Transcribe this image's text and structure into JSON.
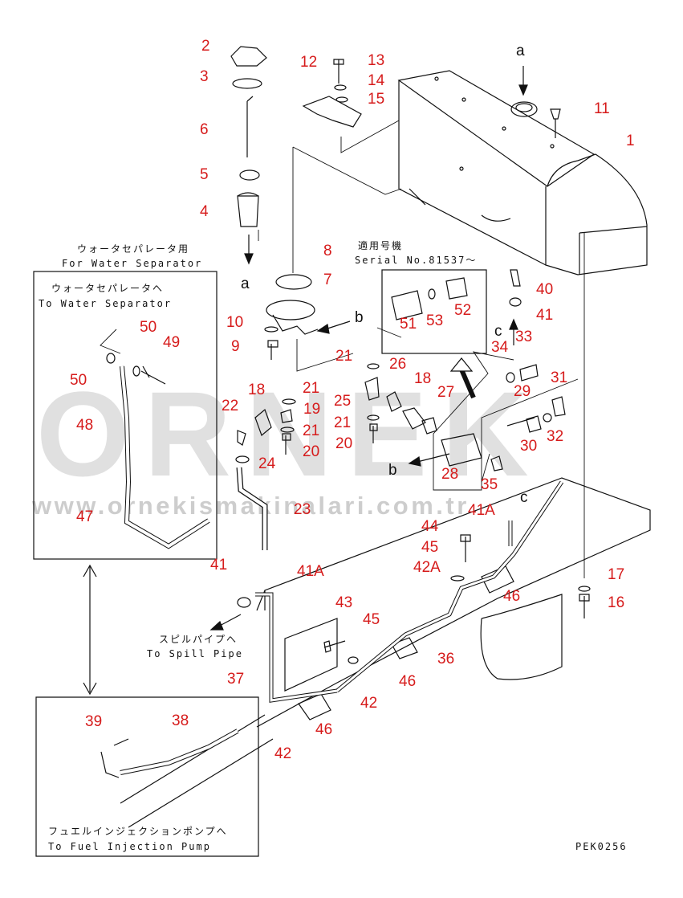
{
  "watermark": {
    "logo": "ORNEK",
    "url": "www.ornekismakinalari.com.tr"
  },
  "doc_code": "PEK0256",
  "serial_note": {
    "jp": "適用号機",
    "en": "Serial No.81537～"
  },
  "insets": {
    "water_separator_title": {
      "jp": "ウォータセパレータ用",
      "en": "For Water Separator"
    },
    "water_separator_to": {
      "jp": "ウォータセパレータへ",
      "en": "To Water Separator"
    },
    "spill_pipe": {
      "jp": "スピルパイプへ",
      "en": "To Spill Pipe"
    },
    "fuel_pump": {
      "jp": "フュエルインジェクションポンプへ",
      "en": "To Fuel Injection Pump"
    }
  },
  "view_letters": {
    "a": "a",
    "b": "b",
    "c": "c"
  },
  "parts": {
    "p1": "1",
    "p2": "2",
    "p3": "3",
    "p4": "4",
    "p5": "5",
    "p6": "6",
    "p7": "7",
    "p8": "8",
    "p9": "9",
    "p10": "10",
    "p11": "11",
    "p12": "12",
    "p13": "13",
    "p14": "14",
    "p15": "15",
    "p16": "16",
    "p17": "17",
    "p18a": "18",
    "p18b": "18",
    "p19": "19",
    "p20a": "20",
    "p20b": "20",
    "p21a": "21",
    "p21b": "21",
    "p21c": "21",
    "p21d": "21",
    "p22": "22",
    "p23": "23",
    "p24": "24",
    "p25": "25",
    "p26": "26",
    "p27": "27",
    "p28": "28",
    "p29": "29",
    "p30": "30",
    "p31": "31",
    "p32": "32",
    "p33": "33",
    "p34": "34",
    "p35": "35",
    "p36": "36",
    "p37": "37",
    "p38": "38",
    "p39": "39",
    "p40": "40",
    "p41a": "41",
    "p41b": "41",
    "p41Aa": "41A",
    "p41Ab": "41A",
    "p42a": "42",
    "p42b": "42",
    "p42A": "42A",
    "p43": "43",
    "p44": "44",
    "p45a": "45",
    "p45b": "45",
    "p46a": "46",
    "p46b": "46",
    "p46c": "46",
    "p47": "47",
    "p48": "48",
    "p49": "49",
    "p50a": "50",
    "p50b": "50",
    "p51": "51",
    "p52": "52",
    "p53": "53"
  }
}
